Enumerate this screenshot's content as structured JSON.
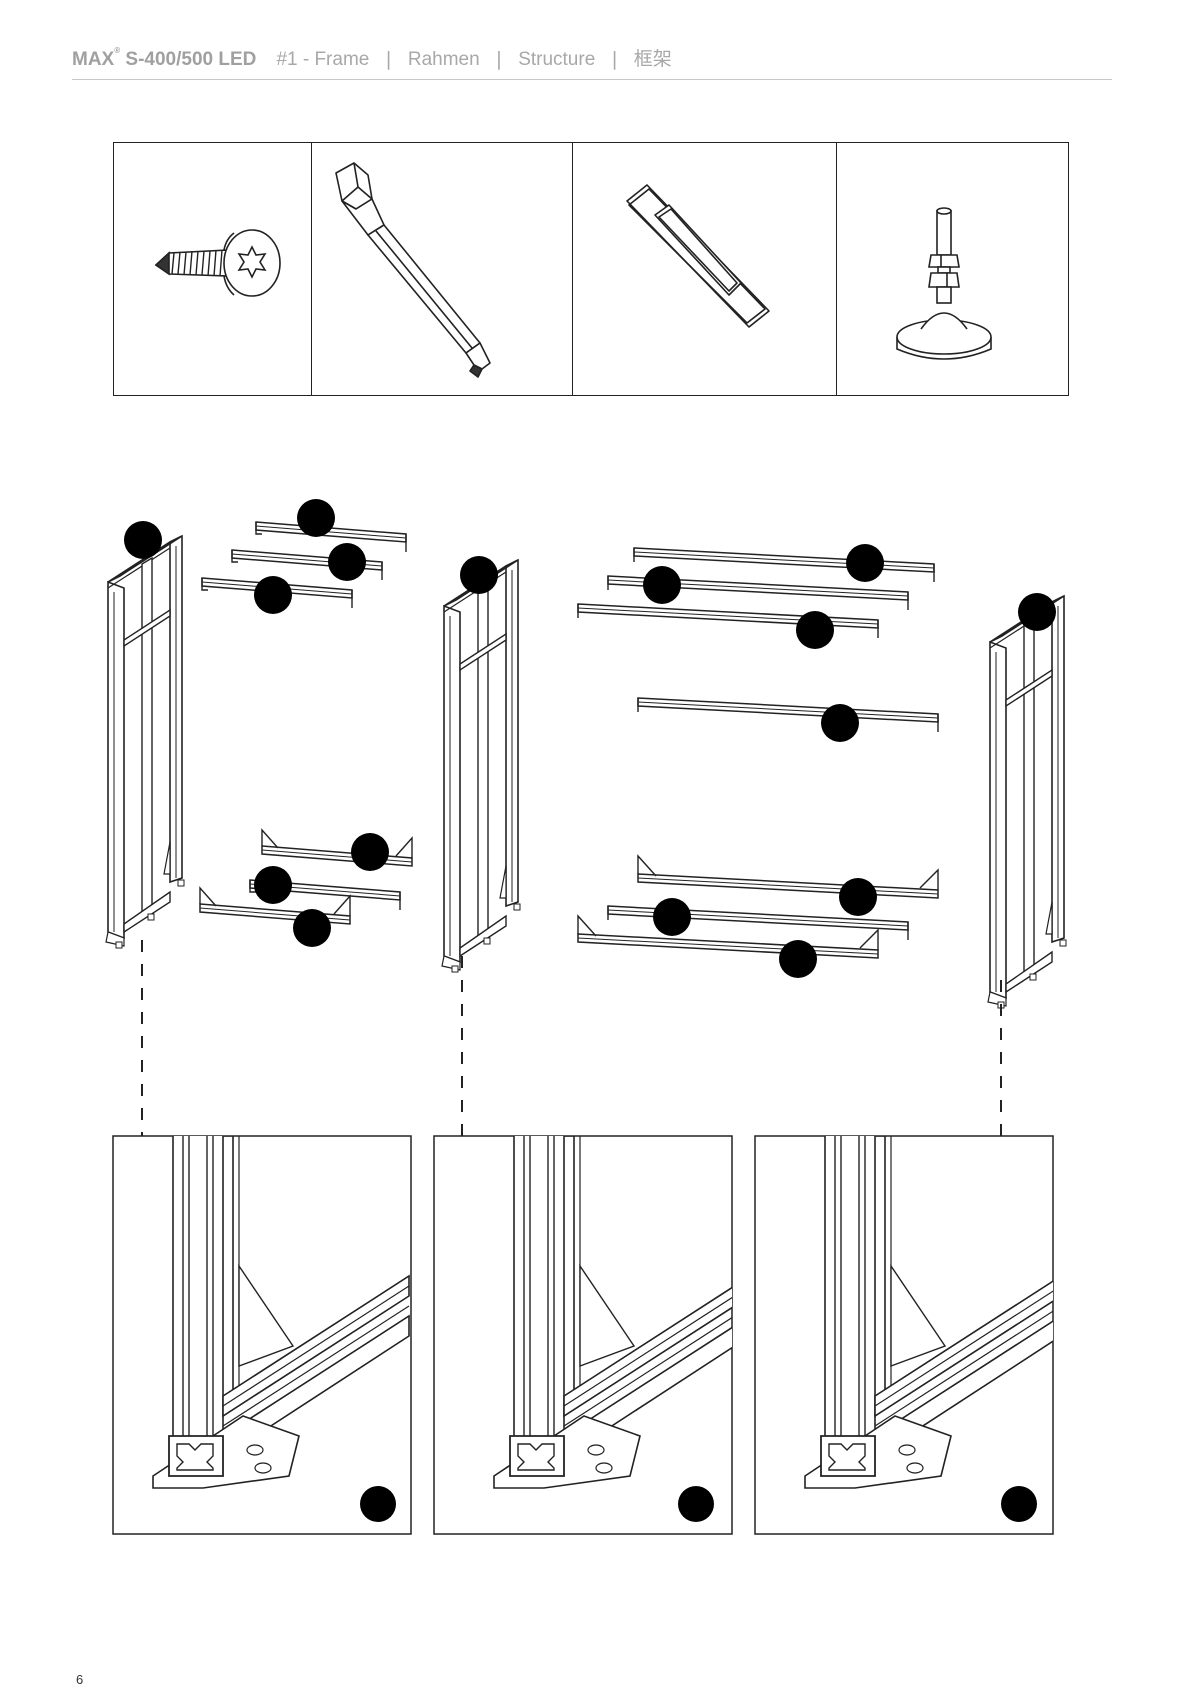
{
  "header": {
    "model": "MAX",
    "registered": "®",
    "model_rest": "S-400/500 LED",
    "step": "#1 - Frame",
    "de": "Rahmen",
    "fr": "Structure",
    "zh": "框架",
    "separator": "|"
  },
  "parts": [
    {
      "name": "torx-screw-icon"
    },
    {
      "name": "torx-bit-icon"
    },
    {
      "name": "connector-plate-icon"
    },
    {
      "name": "leveling-foot-icon"
    }
  ],
  "page_number": "6",
  "colors": {
    "line": "#222222",
    "callout": "#000000",
    "header_text": "#a8a8a8"
  }
}
